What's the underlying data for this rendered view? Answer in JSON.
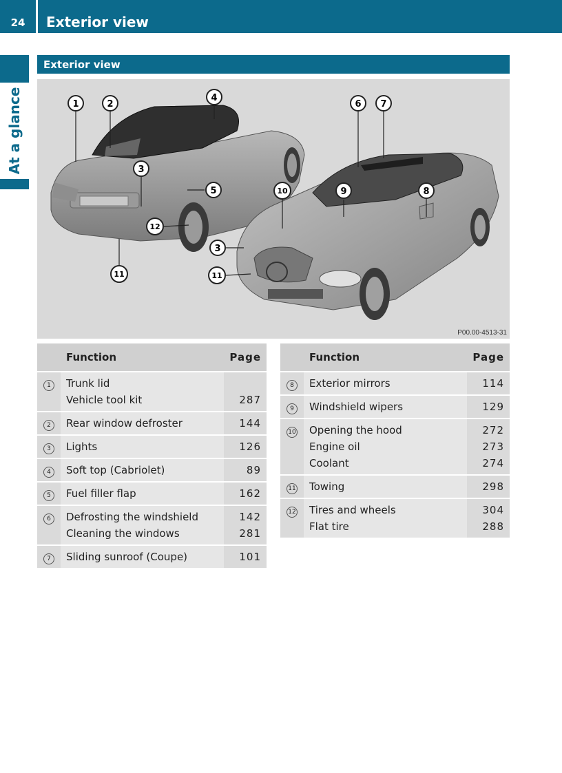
{
  "header": {
    "page_number": "24",
    "title": "Exterior view"
  },
  "side_tab": "At a glance",
  "section_title": "Exterior view",
  "figure": {
    "code": "P00.00-4513-31",
    "callouts": [
      "1",
      "2",
      "3",
      "4",
      "5",
      "6",
      "7",
      "8",
      "9",
      "10",
      "3",
      "11",
      "11",
      "12"
    ]
  },
  "table_left": {
    "headers": {
      "function": "Function",
      "page": "Page"
    },
    "rows": [
      {
        "num": "1",
        "functions": [
          "Trunk lid",
          "Vehicle tool kit"
        ],
        "pages": [
          "",
          "287"
        ]
      },
      {
        "num": "2",
        "functions": [
          "Rear window defroster"
        ],
        "pages": [
          "144"
        ]
      },
      {
        "num": "3",
        "functions": [
          "Lights"
        ],
        "pages": [
          "126"
        ]
      },
      {
        "num": "4",
        "functions": [
          "Soft top (Cabriolet)"
        ],
        "pages": [
          "89"
        ]
      },
      {
        "num": "5",
        "functions": [
          "Fuel filler flap"
        ],
        "pages": [
          "162"
        ]
      },
      {
        "num": "6",
        "functions": [
          "Defrosting the windshield",
          "Cleaning the windows"
        ],
        "pages": [
          "142",
          "281"
        ]
      },
      {
        "num": "7",
        "functions": [
          "Sliding sunroof (Coupe)"
        ],
        "pages": [
          "101"
        ]
      }
    ]
  },
  "table_right": {
    "headers": {
      "function": "Function",
      "page": "Page"
    },
    "rows": [
      {
        "num": "8",
        "functions": [
          "Exterior mirrors"
        ],
        "pages": [
          "114"
        ]
      },
      {
        "num": "9",
        "functions": [
          "Windshield wipers"
        ],
        "pages": [
          "129"
        ]
      },
      {
        "num": "10",
        "functions": [
          "Opening the hood",
          "Engine oil",
          "Coolant"
        ],
        "pages": [
          "272",
          "273",
          "274"
        ]
      },
      {
        "num": "11",
        "functions": [
          "Towing"
        ],
        "pages": [
          "298"
        ]
      },
      {
        "num": "12",
        "functions": [
          "Tires and wheels",
          "Flat tire"
        ],
        "pages": [
          "304",
          "288"
        ]
      }
    ]
  }
}
